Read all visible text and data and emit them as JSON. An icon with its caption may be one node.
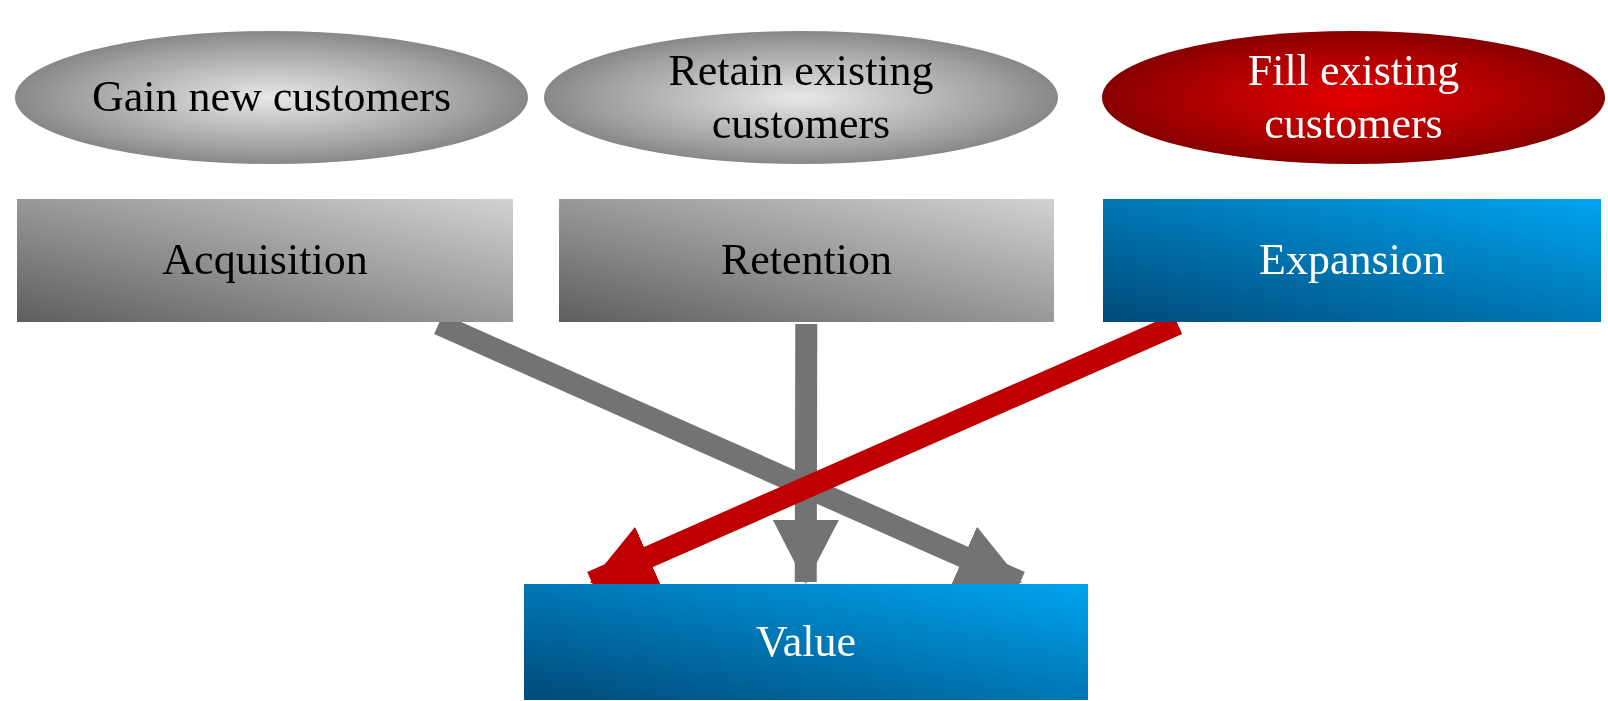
{
  "diagram": {
    "nodes": [
      {
        "text": [
          "Gain new customers"
        ]
      },
      {
        "text": [
          "Retain existing customers"
        ]
      },
      {
        "text": [
          "Fill existing customers"
        ]
      },
      {
        "text": [
          "Acquisition"
        ]
      },
      {
        "text": [
          "Retention"
        ]
      },
      {
        "text": [
          "Expansion"
        ]
      },
      {
        "text": [
          "Value"
        ]
      }
    ],
    "edges": [
      {
        "from": 3,
        "to": 6,
        "arrow": "to"
      },
      {
        "from": 4,
        "to": 6,
        "arrow": "to"
      },
      {
        "from": 5,
        "to": 6,
        "arrow": "to",
        "color": "#c00000"
      }
    ]
  }
}
